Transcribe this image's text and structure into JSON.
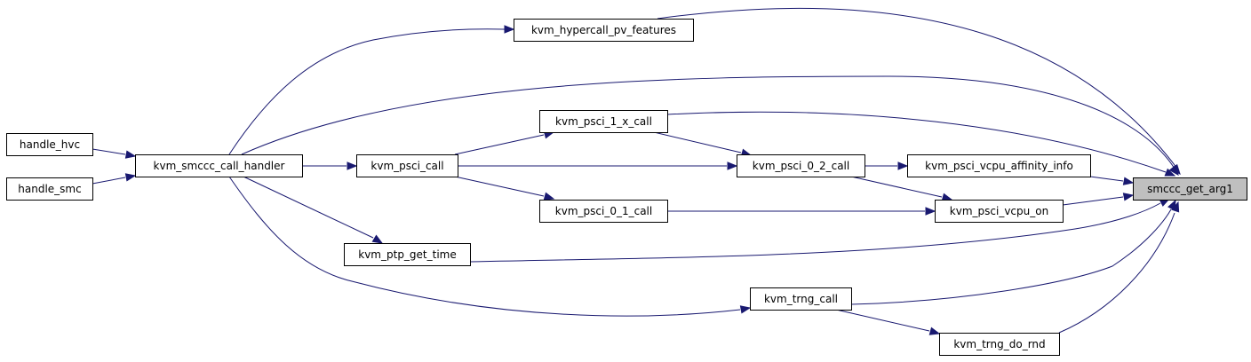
{
  "diagram": {
    "nodes": [
      {
        "id": "smccc_get_arg1",
        "label": "smccc_get_arg1",
        "root": true
      },
      {
        "id": "kvm_hypercall_pv_features",
        "label": "kvm_hypercall_pv_features"
      },
      {
        "id": "kvm_smccc_call_handler",
        "label": "kvm_smccc_call_handler"
      },
      {
        "id": "handle_hvc",
        "label": "handle_hvc"
      },
      {
        "id": "handle_smc",
        "label": "handle_smc"
      },
      {
        "id": "kvm_psci_1_x_call",
        "label": "kvm_psci_1_x_call"
      },
      {
        "id": "kvm_psci_call",
        "label": "kvm_psci_call"
      },
      {
        "id": "kvm_psci_0_2_call",
        "label": "kvm_psci_0_2_call"
      },
      {
        "id": "kvm_psci_vcpu_affinity_info",
        "label": "kvm_psci_vcpu_affinity_info"
      },
      {
        "id": "kvm_psci_0_1_call",
        "label": "kvm_psci_0_1_call"
      },
      {
        "id": "kvm_psci_vcpu_on",
        "label": "kvm_psci_vcpu_on"
      },
      {
        "id": "kvm_ptp_get_time",
        "label": "kvm_ptp_get_time"
      },
      {
        "id": "kvm_trng_call",
        "label": "kvm_trng_call"
      },
      {
        "id": "kvm_trng_do_rnd",
        "label": "kvm_trng_do_rnd"
      }
    ],
    "edges": [
      {
        "from": "kvm_hypercall_pv_features",
        "to": "smccc_get_arg1"
      },
      {
        "from": "kvm_smccc_call_handler",
        "to": "kvm_hypercall_pv_features"
      },
      {
        "from": "kvm_smccc_call_handler",
        "to": "smccc_get_arg1"
      },
      {
        "from": "handle_hvc",
        "to": "kvm_smccc_call_handler"
      },
      {
        "from": "handle_smc",
        "to": "kvm_smccc_call_handler"
      },
      {
        "from": "kvm_smccc_call_handler",
        "to": "kvm_psci_call"
      },
      {
        "from": "kvm_smccc_call_handler",
        "to": "kvm_ptp_get_time"
      },
      {
        "from": "kvm_smccc_call_handler",
        "to": "kvm_trng_call"
      },
      {
        "from": "kvm_psci_1_x_call",
        "to": "smccc_get_arg1"
      },
      {
        "from": "kvm_psci_call",
        "to": "kvm_psci_1_x_call"
      },
      {
        "from": "kvm_psci_call",
        "to": "kvm_psci_0_2_call"
      },
      {
        "from": "kvm_psci_call",
        "to": "kvm_psci_0_1_call"
      },
      {
        "from": "kvm_psci_1_x_call",
        "to": "kvm_psci_0_2_call"
      },
      {
        "from": "kvm_psci_0_2_call",
        "to": "kvm_psci_vcpu_affinity_info"
      },
      {
        "from": "kvm_psci_0_2_call",
        "to": "kvm_psci_vcpu_on"
      },
      {
        "from": "kvm_psci_vcpu_affinity_info",
        "to": "smccc_get_arg1"
      },
      {
        "from": "kvm_psci_vcpu_on",
        "to": "smccc_get_arg1"
      },
      {
        "from": "kvm_psci_0_1_call",
        "to": "kvm_psci_vcpu_on"
      },
      {
        "from": "kvm_ptp_get_time",
        "to": "smccc_get_arg1"
      },
      {
        "from": "kvm_trng_call",
        "to": "smccc_get_arg1"
      },
      {
        "from": "kvm_trng_call",
        "to": "kvm_trng_do_rnd"
      },
      {
        "from": "kvm_trng_do_rnd",
        "to": "smccc_get_arg1"
      }
    ]
  },
  "colors": {
    "edge": "#191970",
    "root_fill": "#bfbfbf",
    "node_fill": "#ffffff",
    "node_stroke": "#000000"
  }
}
